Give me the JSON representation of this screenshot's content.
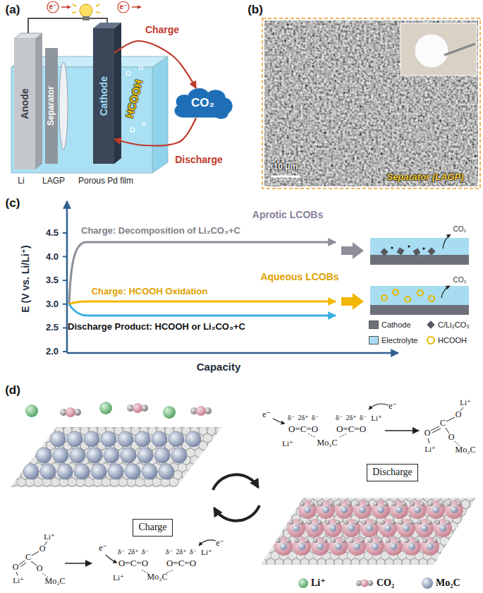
{
  "diagram": {
    "nodes": [
      {
        "text": [
          "Anode"
        ]
      },
      {
        "text": [
          "Separator"
        ]
      },
      {
        "text": [
          "Cathode"
        ]
      },
      {
        "text": [
          "CO₂"
        ]
      },
      {
        "text": [
          "Discharge"
        ]
      },
      {
        "text": [
          "Charge"
        ]
      }
    ],
    "edges": [
      {
        "from": 2,
        "to": 3,
        "label": "Charge",
        "arrow": "to"
      },
      {
        "from": 3,
        "to": 2,
        "label": "Discharge",
        "arrow": "to"
      }
    ],
    "labels": [
      "(a)",
      "e⁻",
      "e⁻",
      "HCOOH",
      "Li",
      "LAGP",
      "Porous Pd film",
      "(b)",
      "10 μm",
      "Separator (LAGP)",
      "(c)",
      "E (V vs. Li/Li⁺)",
      "4.5",
      "4.0",
      "3.5",
      "3.0",
      "2.5",
      "2.0",
      "Capacity",
      "Aprotic LCOBs",
      "Charge: Decomposition of Li₂CO₃+C",
      "Aqueous LCOBs",
      "Charge: HCOOH Oxidation",
      "Discharge Product: HCOOH or Li₂CO₃+C",
      "CO₂",
      "CO₂",
      "(d)",
      "e⁻",
      "δ⁻",
      "2δ⁺",
      "O=C=O",
      "δ⁻",
      "δ⁻",
      "2δ⁺",
      "O=C=O",
      "δ⁻",
      "Li⁺",
      "e⁻",
      "Li⁺",
      "Mo₂C",
      "Li⁺",
      "O",
      "C",
      "O",
      "O",
      "Li⁺",
      "Mo₂C",
      "Li⁺",
      "O",
      "C",
      "O",
      "O",
      "Li⁺",
      "Mo₂C",
      "e⁻",
      "δ⁻",
      "2δ⁺",
      "O=C=O",
      "δ⁻",
      "δ⁻",
      "2δ⁺",
      "O=C=O",
      "δ⁻",
      "Li⁺",
      "e⁻",
      "Li⁺",
      "Mo₂C"
    ],
    "legend": [
      {
        "text": "Cathode",
        "color": "#6d7079"
      },
      {
        "text": "C/Li₂CO₃"
      },
      {
        "text": "Electrolyte",
        "color": "#a8dcf0"
      },
      {
        "text": "HCOOH"
      },
      {
        "text": "Li⁺"
      },
      {
        "text": "CO₂"
      },
      {
        "text": "Mo₂C"
      }
    ]
  }
}
